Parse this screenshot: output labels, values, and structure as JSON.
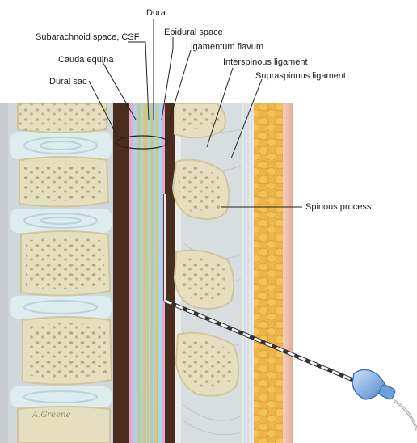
{
  "labels": {
    "dura": "Dura",
    "subarachnoid": "Subarachnoid space, CSF",
    "epidural": "Epidural space",
    "cauda_equina": "Cauda equina",
    "ligamentum_flavum": "Ligamentum flavum",
    "interspinous": "Interspinous ligament",
    "supraspinous": "Supraspinous ligament",
    "dural_sac": "Dural sac",
    "spinous_process": "Spinous process"
  },
  "signature": "A.Greene",
  "colors": {
    "bone": "#e6dfbf",
    "bone_edge": "#cfc69b",
    "bone_pore": "#8e8152",
    "disc": "#dcecef",
    "disc_ring": "#b9d3da",
    "background_tissue": "#c9cdd0",
    "dura": "#4a2c1c",
    "csf": "#a9d4ee",
    "nerves": "#e8c24a",
    "arachnoid": "#e7a8c9",
    "ligament": "#dce1e4",
    "fat": "#efb448",
    "skin": "#f0c6b4",
    "needle_hub": "#7aaee0"
  },
  "icons": [
    "syringe-hub-icon"
  ]
}
